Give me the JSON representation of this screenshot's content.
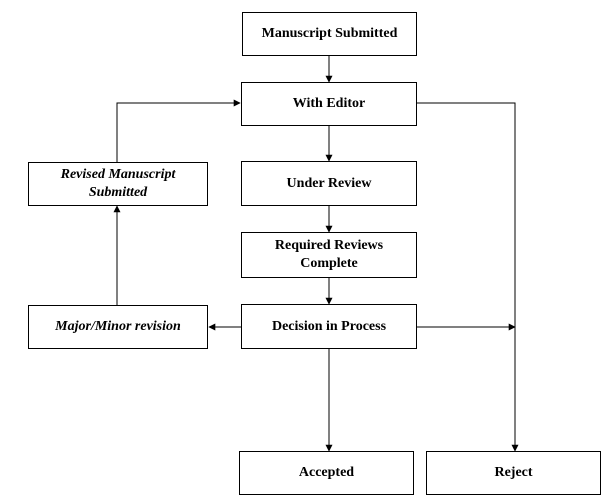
{
  "nodes": {
    "manuscript_submitted": "Manuscript Submitted",
    "with_editor": "With Editor",
    "under_review": "Under Review",
    "required_reviews_complete_line1": "Required Reviews",
    "required_reviews_complete_line2": "Complete",
    "decision_in_process": "Decision in Process",
    "revised_manuscript_line1": "Revised Manuscript",
    "revised_manuscript_line2": "Submitted",
    "major_minor_revision": "Major/Minor revision",
    "accepted": "Accepted",
    "reject": "Reject"
  },
  "colors": {
    "stroke": "#000000",
    "background": "#ffffff"
  }
}
